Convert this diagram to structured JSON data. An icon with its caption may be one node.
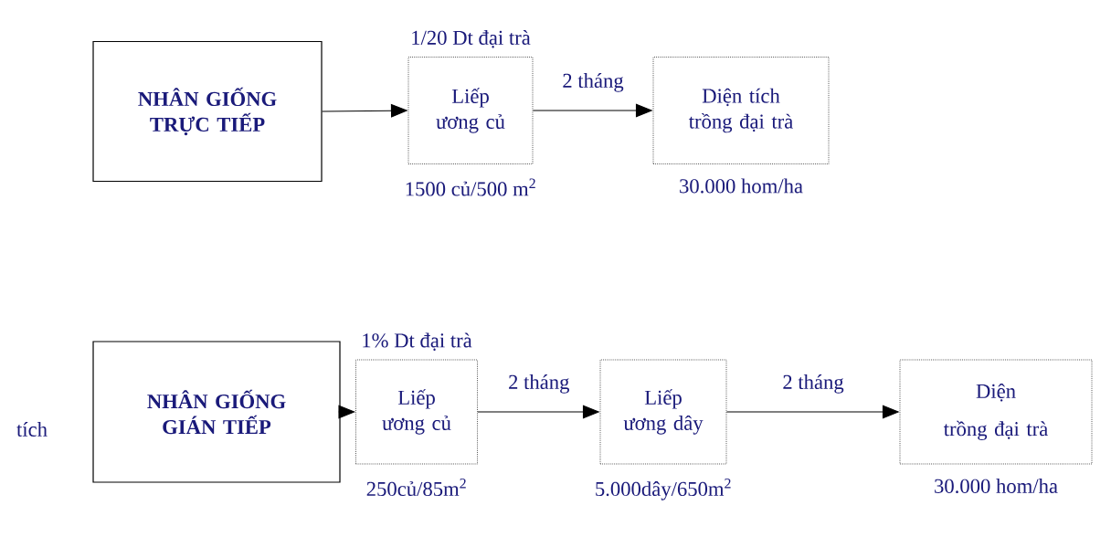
{
  "diagram": {
    "nodes": [
      {
        "text": [
          "NHÂN GIỐNG TRỰC TIẾP"
        ]
      },
      {
        "text": [
          "Liếp ương củ"
        ],
        "beside": [
          "1/20 Dt đại trà",
          "1500 củ/500 m$^{2}$"
        ]
      },
      {
        "text": [
          "Diện tích trồng đại trà"
        ],
        "beside": [
          "30.000 hom/ha"
        ]
      },
      {
        "text": [
          "NHÂN GIỐNG GIÁN TIẾP"
        ]
      },
      {
        "text": [
          "Liếp ương củ"
        ],
        "beside": [
          "1% Dt đại trà",
          "250củ/85m$^{2}$"
        ]
      },
      {
        "text": [
          "Liếp ương dây"
        ],
        "beside": [
          "5.000dây/650m$^{2}$"
        ]
      },
      {
        "text": [
          "Diện",
          "trồng đại trà"
        ],
        "beside": [
          "30.000 hom/ha"
        ]
      }
    ],
    "edges": [
      {
        "from": 0,
        "to": 1,
        "arrow": "to"
      },
      {
        "from": 1,
        "to": 2,
        "arrow": "to",
        "label": "2 tháng"
      },
      {
        "from": 3,
        "to": 4,
        "arrow": "to"
      },
      {
        "from": 4,
        "to": 5,
        "arrow": "to",
        "label": "2 tháng"
      },
      {
        "from": 5,
        "to": 6,
        "arrow": "to",
        "label": "2 tháng"
      }
    ],
    "labels": [
      "tích"
    ]
  }
}
